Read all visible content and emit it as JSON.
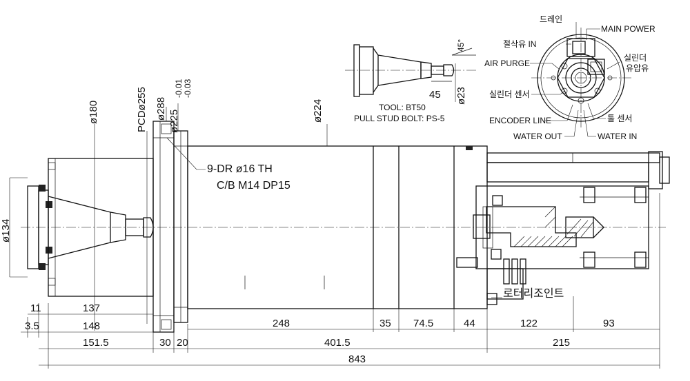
{
  "tool_info": {
    "tool": "TOOL: BT50",
    "pull_stud": "PULL STUD BOLT: PS-5",
    "angle": "45°",
    "len_45": "45",
    "dia_23": "ø23"
  },
  "callouts": {
    "drain": "드레인",
    "main_power": "MAIN POWER",
    "cutting_oil": "절삭유 IN",
    "cylinder_oil": "실린더",
    "cylinder_oil_2": "유압유",
    "air_purge": "AIR PURGE",
    "cylinder_sensor": "실린더 센서",
    "tool_sensor": "툴 센서",
    "encoder_line": "ENCODER LINE",
    "water_out": "WATER OUT",
    "water_in": "WATER IN",
    "rotary_joint": "로터리조인트"
  },
  "flange_note": {
    "line1": "9-DR ø16 TH",
    "line2": "C/B M14 DP15"
  },
  "vertical_dims": {
    "d134": "ø134",
    "d180": "ø180",
    "pcd255": "PCDø255",
    "d288": "ø288",
    "d225": "ø225",
    "d225_tol_upper": "-0.01",
    "d225_tol_lower": "-0.03",
    "d224": "ø224"
  },
  "horizontal_dims": {
    "row1": [
      "11",
      "137",
      "248",
      "35",
      "74.5",
      "44",
      "122",
      "93"
    ],
    "row2": [
      "3.5",
      "148"
    ],
    "row3": [
      "151.5",
      "30",
      "20",
      "401.5",
      "215"
    ],
    "total": "843"
  }
}
